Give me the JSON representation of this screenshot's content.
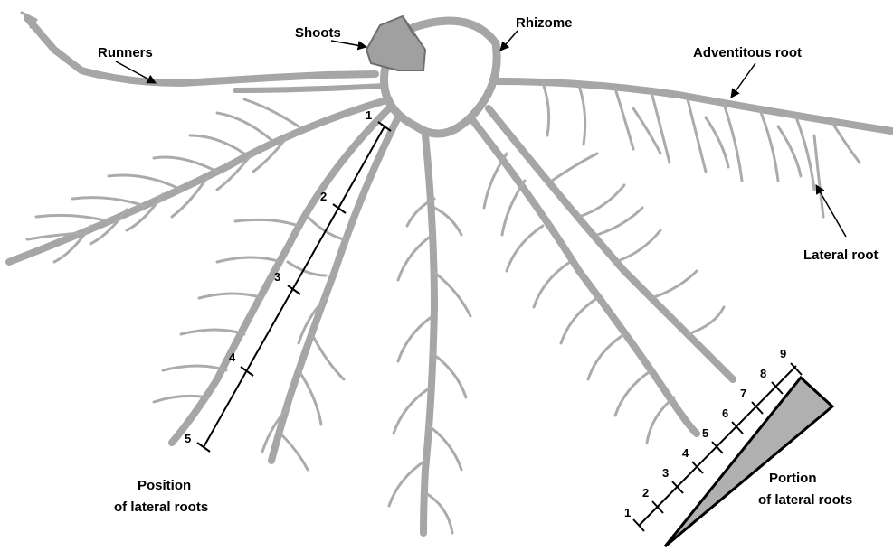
{
  "labels": {
    "runners": "Runners",
    "shoots": "Shoots",
    "rhizome": "Rhizome",
    "adventitous_root": "Adventitous root",
    "lateral_root": "Lateral root",
    "position_line1": "Position",
    "position_line2": "of lateral roots",
    "portion_line1": "Portion",
    "portion_line2": "of lateral roots"
  },
  "position_scale": {
    "ticks": [
      "1",
      "2",
      "3",
      "4",
      "5"
    ]
  },
  "portion_scale": {
    "ticks": [
      "1",
      "2",
      "3",
      "4",
      "5",
      "6",
      "7",
      "8",
      "9"
    ]
  },
  "colors": {
    "root": "#a6a6a6",
    "shoot_fill": "#a0a0a0",
    "line": "#000000"
  }
}
